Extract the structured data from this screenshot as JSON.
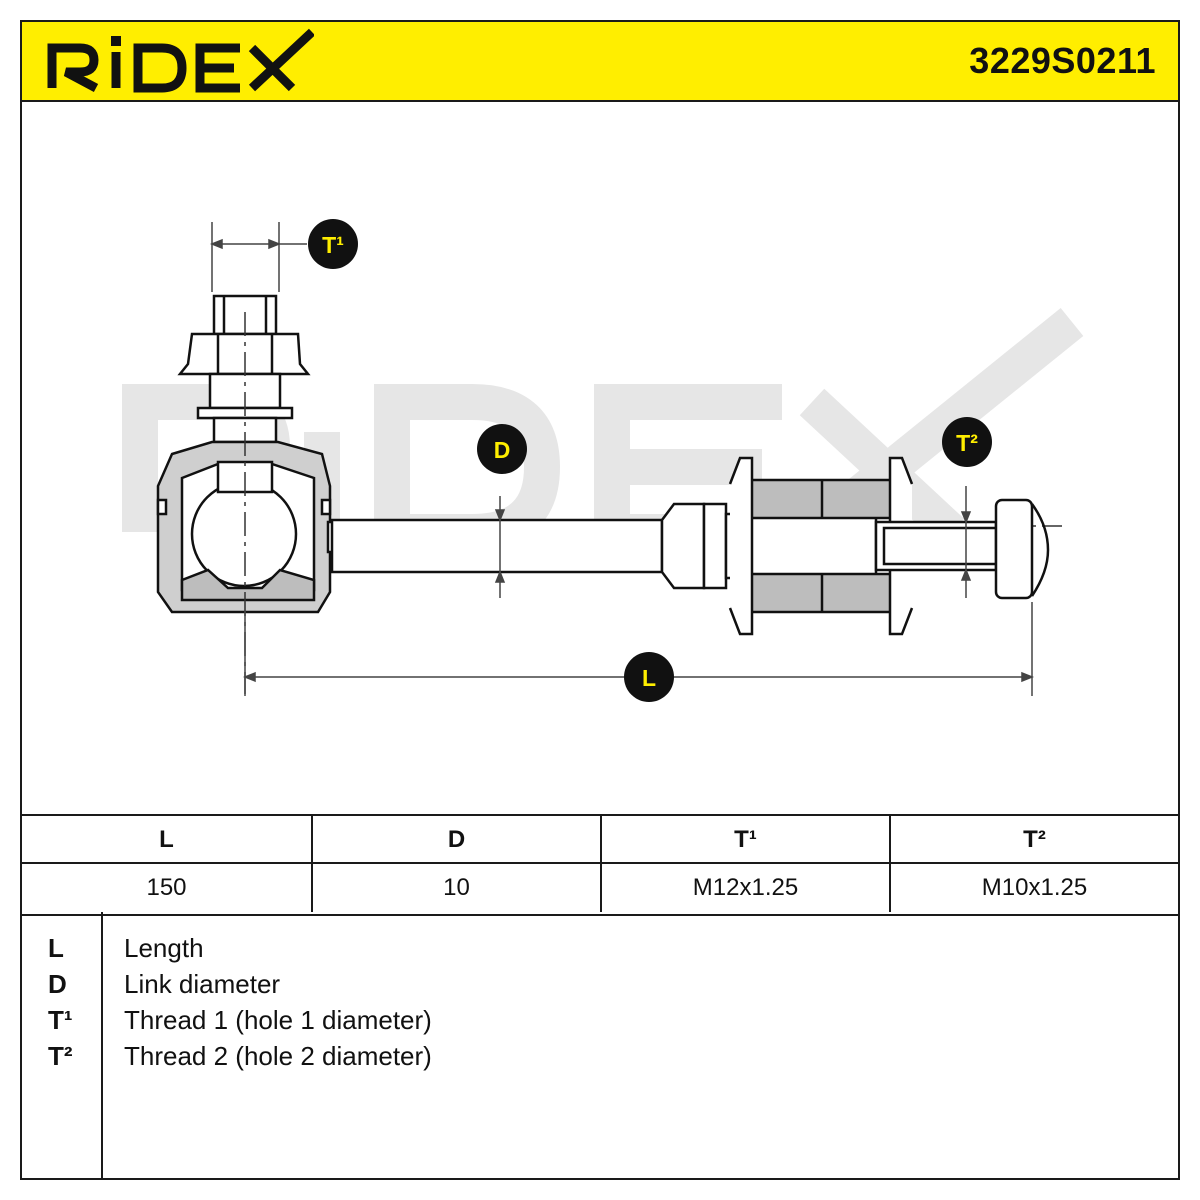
{
  "header": {
    "brand": "RIDEX",
    "part_number": "3229S0211",
    "accent_color": "#ffee00"
  },
  "drawing": {
    "watermark": "RIDEX",
    "callouts": {
      "t1": "T¹",
      "t2": "T²",
      "d": "D",
      "l": "L"
    }
  },
  "spec_table": {
    "columns": [
      {
        "header": "L",
        "value": "150"
      },
      {
        "header": "D",
        "value": "10"
      },
      {
        "header": "T¹",
        "value": "M12x1.25"
      },
      {
        "header": "T²",
        "value": "M10x1.25"
      }
    ]
  },
  "legend": [
    {
      "symbol": "L",
      "text": "Length"
    },
    {
      "symbol": "D",
      "text": "Link diameter"
    },
    {
      "symbol": "T¹",
      "text": "Thread 1 (hole 1 diameter)"
    },
    {
      "symbol": "T²",
      "text": "Thread 2 (hole 2 diameter)"
    }
  ]
}
